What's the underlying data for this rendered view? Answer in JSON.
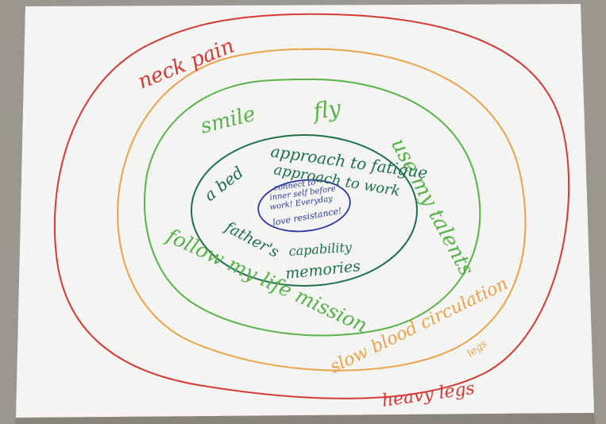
{
  "colors": {
    "background": "#9a9790",
    "paper": "#f4f4f2",
    "red": "#d63a36",
    "orange": "#eba24a",
    "light_green": "#58b24a",
    "dark_green": "#1d6f4c",
    "blue": "#2c3aa0"
  },
  "red_ring": {
    "top_label": "neck pain",
    "bottom_label": "heavy legs"
  },
  "orange_ring": {
    "label_line1": "slow blood circulation",
    "label_line2": "legs"
  },
  "light_green_ring": {
    "word_smile": "smile",
    "word_fly": "fly",
    "word_talents": "use my talents",
    "word_follow": "follow my life mission"
  },
  "dark_green_ring": {
    "word_bed": "a bed",
    "word_fatigue": "approach to fatigue",
    "word_work": "approach to work",
    "word_fathers": "father's",
    "word_capability": "capability",
    "word_memories": "memories"
  },
  "blue_core": {
    "line1": "connect to",
    "line2": "inner self before",
    "line3": "work! Everyday",
    "line4": "love resistance!"
  }
}
